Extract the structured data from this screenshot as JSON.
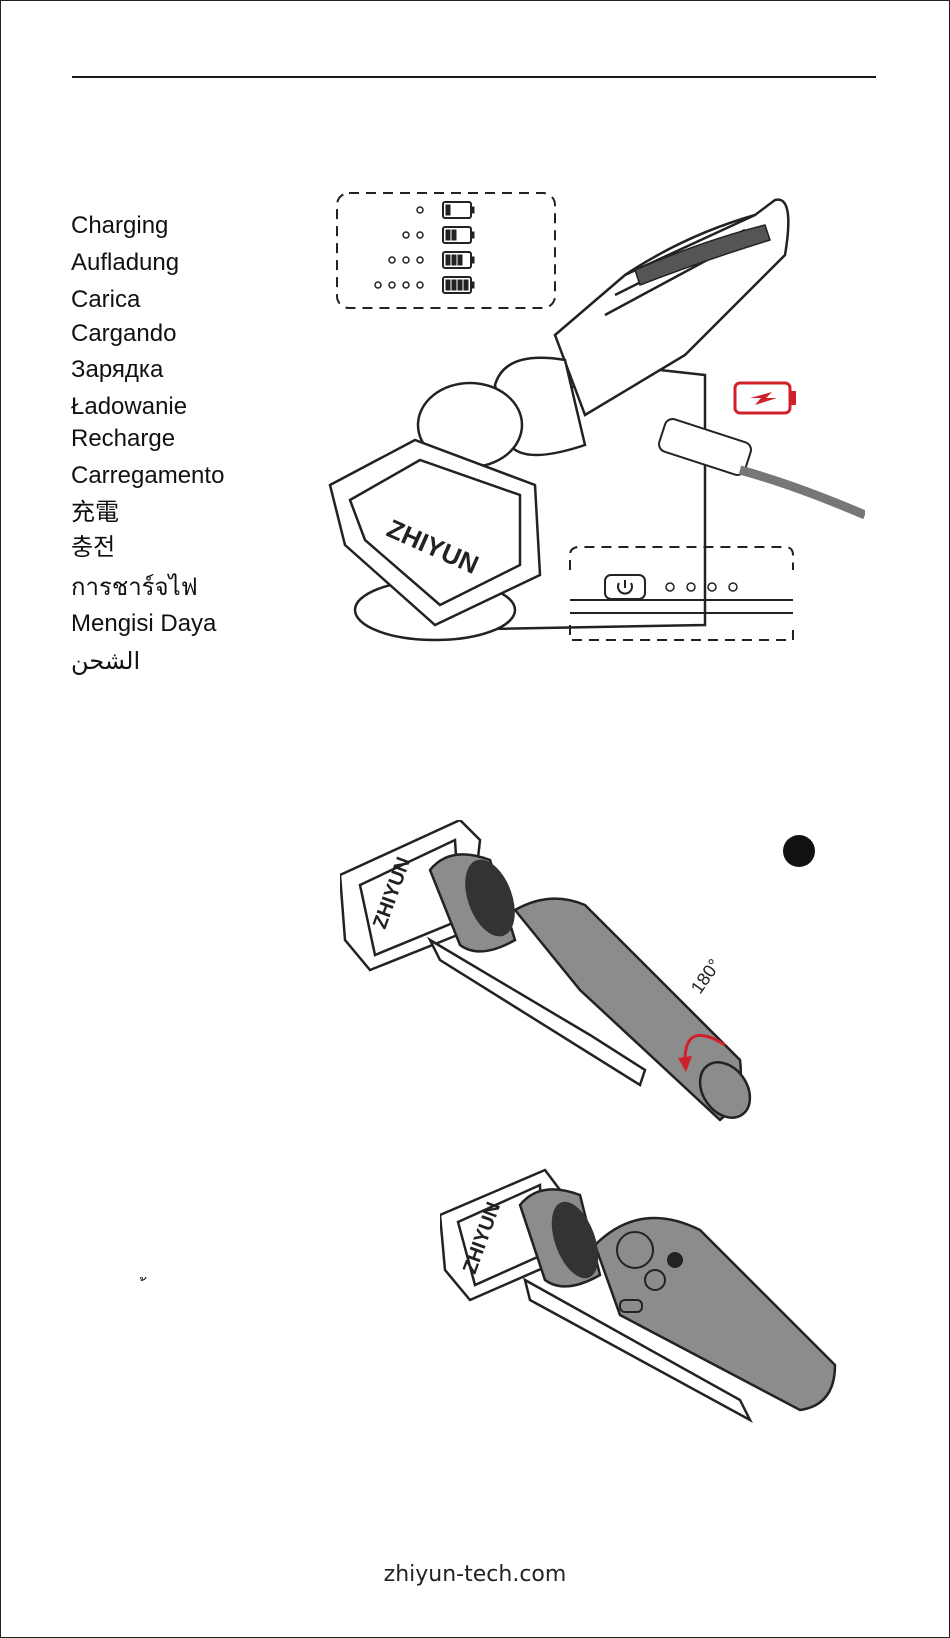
{
  "headings": [
    "Charging",
    "Aufladung",
    "Carica",
    "Cargando",
    "Зарядка",
    "Ładowanie",
    "Recharge",
    "Carregamento",
    "充電",
    "충전",
    "การชาร์จไฟ",
    "Mengisi Daya",
    "الشحن"
  ],
  "stray_mark": "้",
  "battery_legend": {
    "rows": [
      {
        "dots": 1,
        "bars": 1
      },
      {
        "dots": 2,
        "bars": 2
      },
      {
        "dots": 3,
        "bars": 3
      },
      {
        "dots": 4,
        "bars": 4
      }
    ]
  },
  "status_panel": {
    "icon": "power-icon",
    "dots": 4
  },
  "charging_indicator": {
    "icon": "charging-battery-icon",
    "color": "#d0202a"
  },
  "rotation": {
    "label": "180°",
    "arrow_color": "#d0202a"
  },
  "product_logo_text": "ZHIYUN",
  "step_marker": {
    "icon": "filled-circle-icon"
  },
  "footer": {
    "url": "zhiyun-tech.com"
  },
  "colors": {
    "accent": "#d0202a",
    "device_gray": "#8c8c8c",
    "line": "#222222"
  }
}
